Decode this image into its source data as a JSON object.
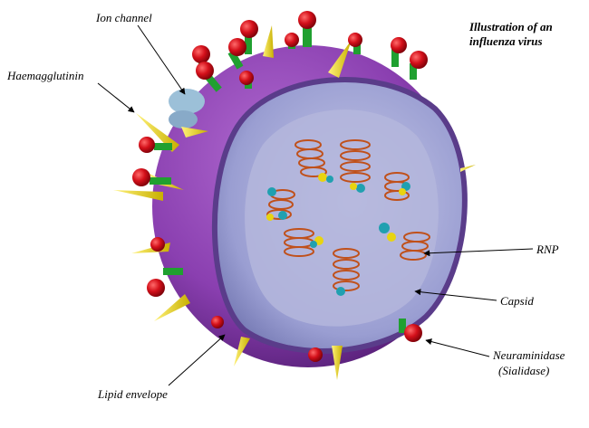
{
  "title": {
    "line1": "Illustration of an",
    "line2": "influenza virus"
  },
  "labels": {
    "ion_channel": "Ion channel",
    "haemagglutinin": "Haemagglutinin",
    "rnp": "RNP",
    "capsid": "Capsid",
    "neuraminidase_line1": "Neuraminidase",
    "neuraminidase_line2": "(Sialidase)",
    "lipid_envelope": "Lipid envelope"
  },
  "colors": {
    "envelope": "#8a3fb0",
    "envelope_dark": "#5e2480",
    "capsid": "#8f92c8",
    "interior": "#b4b6dc",
    "spike_yellow": "#e8d410",
    "neuraminidase_red": "#d4101a",
    "stalk_green": "#20a030",
    "rnp_orange": "#c0501a",
    "ion_channel": "#9cc0d8"
  }
}
